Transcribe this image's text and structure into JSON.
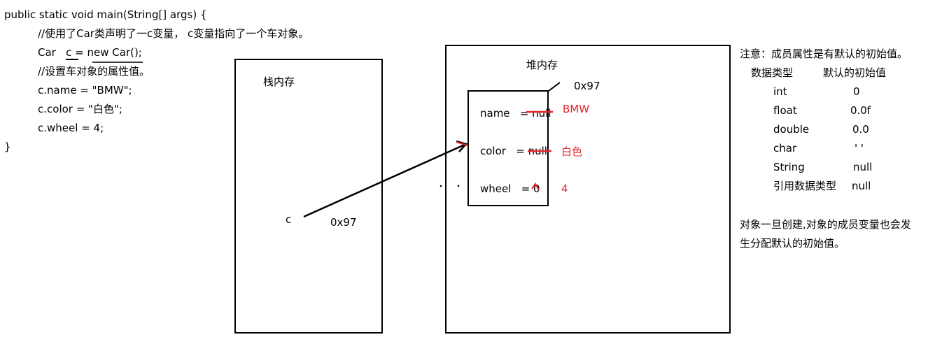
{
  "code": {
    "lines": [
      "public static void main(String[] args) {",
      "//使用了Car类声明了一c变量， c变量指向了一个车对象。",
      "Car   c = new Car();",
      "//设置车对象的属性值。",
      "c.name = \"BMW\";",
      "c.color = \"白色\";",
      "c.wheel = 4;",
      "}"
    ]
  },
  "stack": {
    "title": "栈内存",
    "var_name": "c",
    "var_value": "0x97"
  },
  "heap": {
    "title": "堆内存",
    "address": "0x97",
    "fields": [
      {
        "label": "name   = null",
        "new_value": "BMW"
      },
      {
        "label": "color   = null",
        "new_value": "白色"
      },
      {
        "label": "wheel   = 0",
        "new_value": "4"
      }
    ]
  },
  "notes": {
    "title": "注意：成员属性是有默认的初始值。",
    "header_type": "数据类型",
    "header_default": "默认的初始值",
    "rows": [
      {
        "type": "int",
        "default": "0"
      },
      {
        "type": "float",
        "default": "0.0f"
      },
      {
        "type": "double",
        "default": "0.0"
      },
      {
        "type": "char",
        "default": "' '"
      },
      {
        "type": "String",
        "default": "null"
      },
      {
        "type": "引用数据类型",
        "default": "null"
      }
    ],
    "footer_line1": "对象一旦创建,对象的成员变量也会发",
    "footer_line2": "生分配默认的初始值。"
  },
  "colors": {
    "annotation": "#e3262b",
    "ink": "#000000"
  }
}
